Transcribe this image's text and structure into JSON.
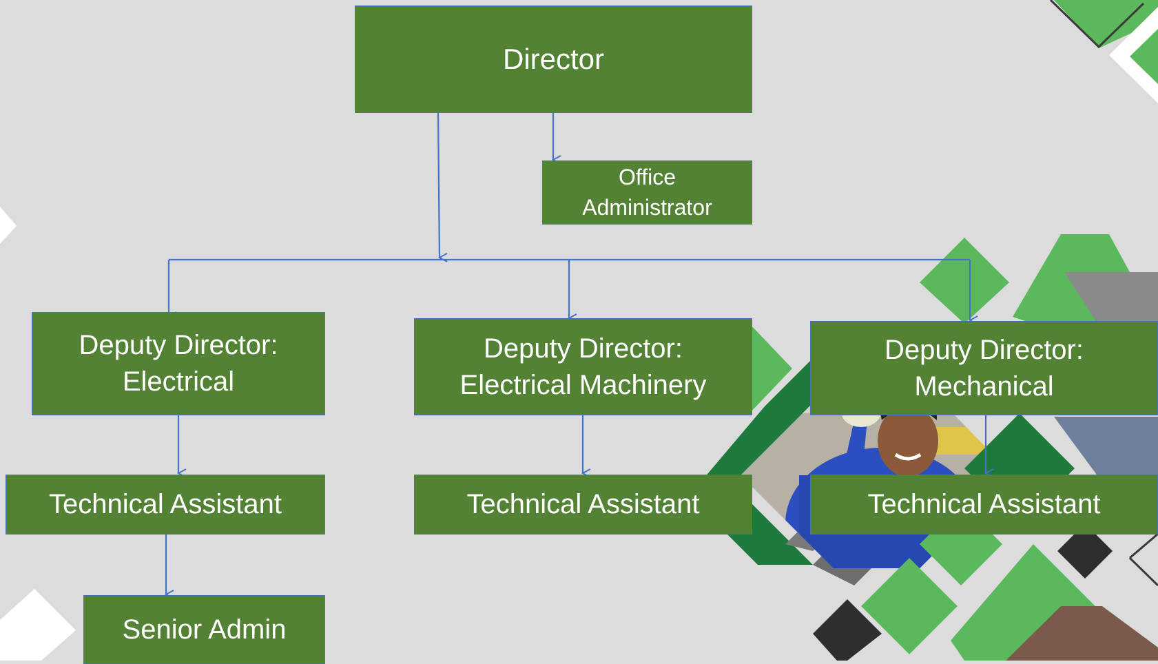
{
  "diagram": {
    "type": "org-chart",
    "colors": {
      "background": "#dcdcdc",
      "box_fill": "#548235",
      "box_border": "#4472c4",
      "connector": "#4472c4",
      "text": "#ffffff",
      "accent_green": "#5cb85c",
      "dark_green": "#1e7a3c"
    },
    "nodes": {
      "director": "Director",
      "office_admin": "Office\nAdministrator",
      "dd_electrical": "Deputy Director:\nElectrical",
      "dd_electrical_machinery": "Deputy Director:\nElectrical Machinery",
      "dd_mechanical": "Deputy Director:\nMechanical",
      "ta_electrical": "Technical Assistant",
      "ta_electrical_machinery": "Technical Assistant",
      "ta_mechanical": "Technical Assistant",
      "senior_admin": "Senior Admin"
    },
    "edges": [
      [
        "director",
        "office_admin"
      ],
      [
        "director",
        "dd_electrical"
      ],
      [
        "director",
        "dd_electrical_machinery"
      ],
      [
        "director",
        "dd_mechanical"
      ],
      [
        "dd_electrical",
        "ta_electrical"
      ],
      [
        "dd_electrical_machinery",
        "ta_electrical_machinery"
      ],
      [
        "dd_mechanical",
        "ta_mechanical"
      ],
      [
        "ta_electrical",
        "senior_admin"
      ]
    ],
    "photo": "smiling-worker-in-blue-overalls"
  }
}
